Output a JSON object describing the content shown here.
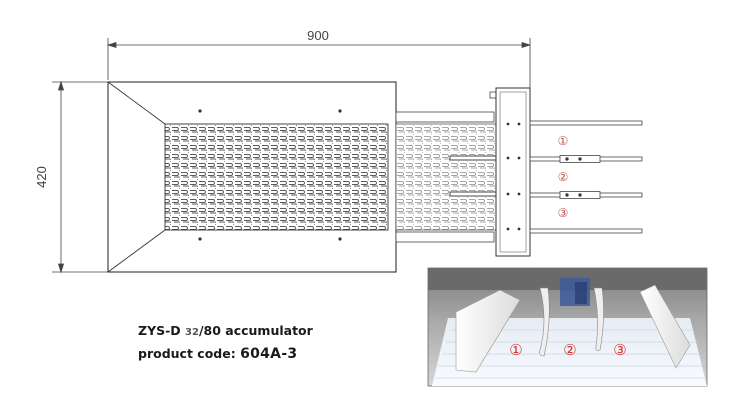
{
  "dimensions": {
    "width_label": "900",
    "height_label": "420"
  },
  "lanes": [
    "①",
    "②",
    "③"
  ],
  "photo_lanes": [
    "①",
    "②",
    "③"
  ],
  "caption": {
    "model_prefix": "ZYS-D ",
    "model_highlight": "32",
    "model_suffix": "/80 accumulator",
    "code_label": "product code: ",
    "code_value": "604A-3"
  },
  "colors": {
    "line": "#333333",
    "lane_number": "#c0504d",
    "photo_number": "#d0342c"
  }
}
